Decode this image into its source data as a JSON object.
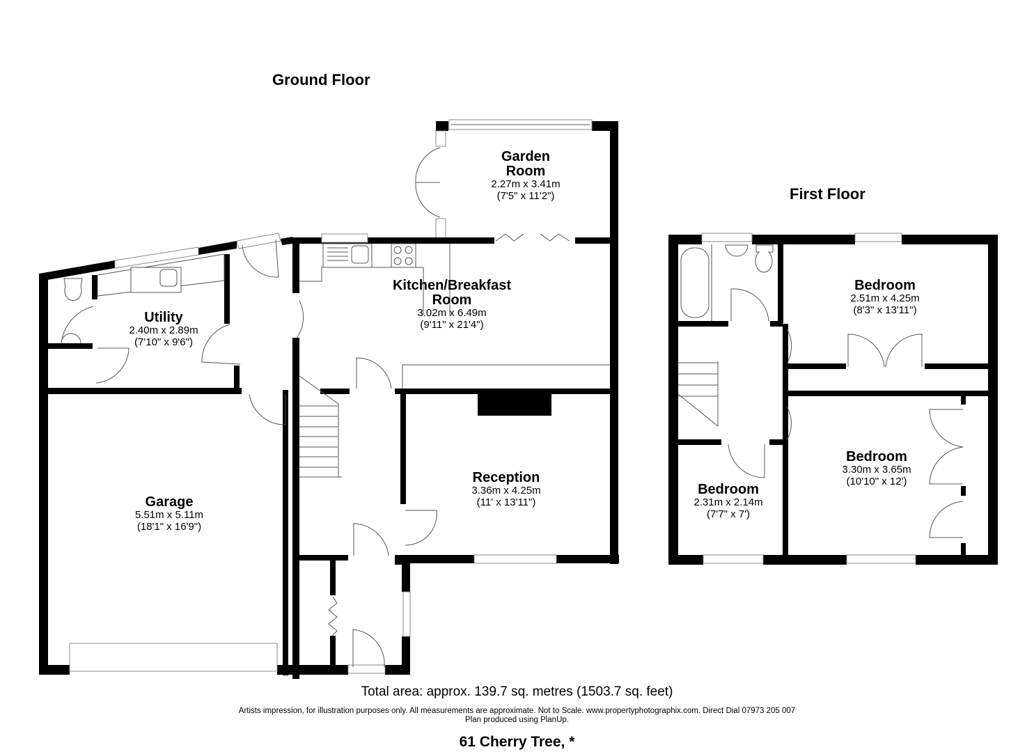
{
  "floors": [
    {
      "title": "Ground Floor",
      "rooms": [
        {
          "name": "Garden Room",
          "name_lines": [
            "Garden",
            "Room"
          ],
          "metric": "2.27m x 3.41m",
          "imperial": "(7'5\" x 11'2\")"
        },
        {
          "name": "Utility",
          "name_lines": [
            "Utility"
          ],
          "metric": "2.40m x 2.89m",
          "imperial": "(7'10\" x 9'6\")"
        },
        {
          "name": "Kitchen/Breakfast Room",
          "name_lines": [
            "Kitchen/Breakfast",
            "Room"
          ],
          "metric": "3.02m x 6.49m",
          "imperial": "(9'11\" x 21'4\")"
        },
        {
          "name": "Reception",
          "name_lines": [
            "Reception"
          ],
          "metric": "3.36m x 4.25m",
          "imperial": "(11' x 13'11\")"
        },
        {
          "name": "Garage",
          "name_lines": [
            "Garage"
          ],
          "metric": "5.51m x 5.11m",
          "imperial": "(18'1\" x 16'9\")"
        }
      ]
    },
    {
      "title": "First Floor",
      "rooms": [
        {
          "name": "Bedroom",
          "name_lines": [
            "Bedroom"
          ],
          "metric": "2.51m x 4.25m",
          "imperial": "(8'3\" x 13'11\")"
        },
        {
          "name": "Bedroom",
          "name_lines": [
            "Bedroom"
          ],
          "metric": "3.30m x 3.65m",
          "imperial": "(10'10\" x 12')"
        },
        {
          "name": "Bedroom",
          "name_lines": [
            "Bedroom"
          ],
          "metric": "2.31m x 2.14m",
          "imperial": "(7'7\" x 7')"
        }
      ]
    }
  ],
  "footer": {
    "total_area": "Total area: approx. 139.7 sq. metres (1503.7 sq. feet)",
    "disclaimer_line1": "Artists impression, for illustration purposes only. All measurements are approximate. Not to Scale. www.propertyphotographix.com. Direct Dial 07973 205 007",
    "disclaimer_line2": "Plan produced using PlanUp.",
    "address": "61 Cherry Tree, *"
  },
  "colors": {
    "wall": "#000000",
    "fixture_line": "#555555",
    "background": "#ffffff"
  }
}
